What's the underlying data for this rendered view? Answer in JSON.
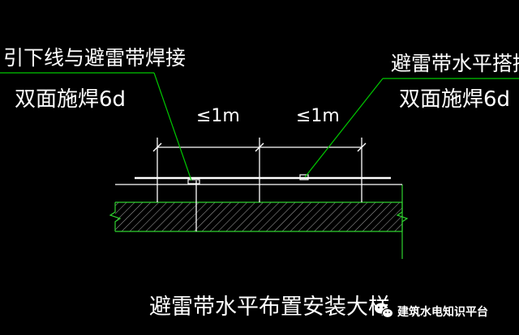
{
  "labels": {
    "left_line1": "引下线与避雷带焊接",
    "left_line2": "双面施焊6d",
    "right_line1": "避雷带水平搭接",
    "right_line2": "双面施焊6d",
    "dim_left": "≤1m",
    "dim_right": "≤1m",
    "title": "避雷带水平布置安装大样"
  },
  "watermark": {
    "text": "建筑水电知识平台",
    "icon": "wechat-icon"
  },
  "colors": {
    "background": "#000000",
    "text": "#ffffff",
    "leader": "#00c800",
    "ground_border": "#2fd12f",
    "hatch": "#9a9a9a",
    "watermark": "#ffffff"
  }
}
